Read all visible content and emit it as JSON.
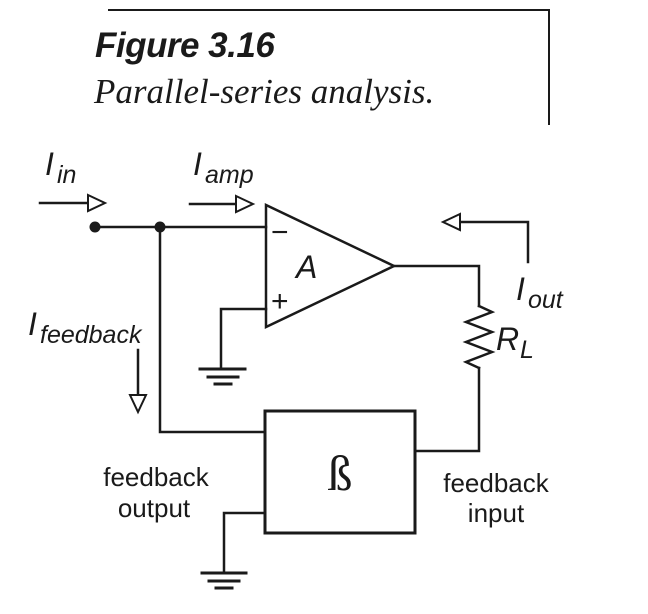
{
  "figure": {
    "title": "Figure 3.16",
    "caption": "Parallel-series analysis."
  },
  "currents": {
    "input": {
      "base": "I",
      "sub": "in"
    },
    "amp": {
      "base": "I",
      "sub": "amp"
    },
    "feedback": {
      "base": "I",
      "sub": "feedback"
    },
    "output": {
      "base": "I",
      "sub": "out"
    }
  },
  "load": {
    "base": "R",
    "sub": "L"
  },
  "opamp": {
    "gain_label": "A",
    "inverting_label": "−",
    "noninverting_label": "+"
  },
  "feedback_block": {
    "symbol": "ß"
  },
  "annotations": {
    "feedback_output": {
      "line1": "feedback",
      "line2": "output"
    },
    "feedback_input": {
      "line1": "feedback",
      "line2": "input"
    }
  },
  "colors": {
    "ink": "#1a1a1a",
    "background": "#ffffff"
  }
}
